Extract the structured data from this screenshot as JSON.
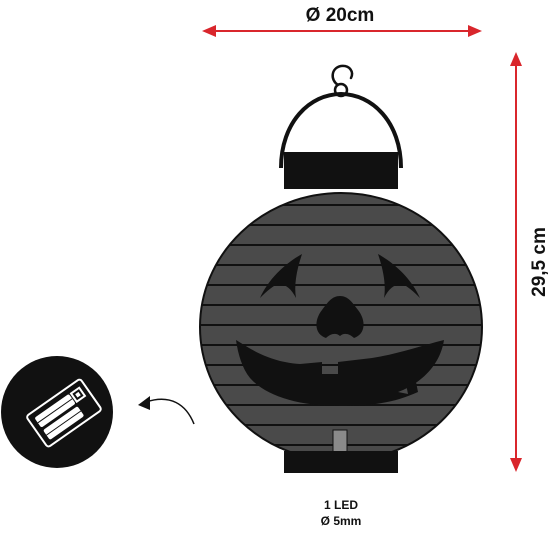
{
  "dimensions": {
    "width_label": "Ø 20cm",
    "height_label": "29,5 cm"
  },
  "specs": {
    "led_count": "1 LED",
    "led_diameter": "Ø 5mm"
  },
  "colors": {
    "dimension_arrow": "#d9262c",
    "lantern_body": "#4a4a4a",
    "lantern_outline": "#111111",
    "face_cutout": "#111111",
    "background": "#ffffff"
  },
  "icons": {
    "battery_box": "battery-compartment-icon",
    "hanger": "hook-icon"
  }
}
